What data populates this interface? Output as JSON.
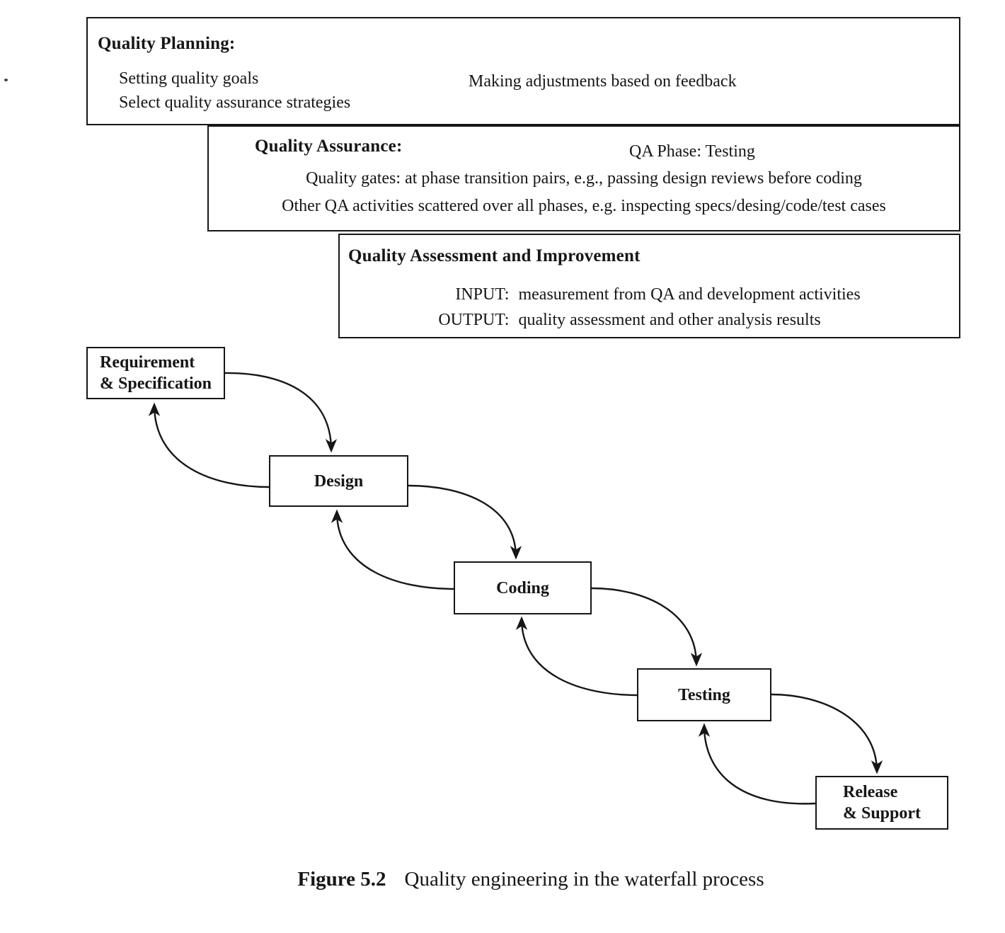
{
  "colors": {
    "ink": "#161616",
    "background": "#ffffff"
  },
  "panels": [
    {
      "title": "Quality Planning:",
      "lines": [
        "Setting quality goals",
        "Select quality assurance strategies"
      ],
      "right_note": "Making adjustments based on feedback"
    },
    {
      "title": "Quality Assurance:",
      "right_note": "QA Phase: Testing",
      "lines": [
        "Quality gates: at phase transition pairs, e.g., passing design reviews before coding",
        "Other QA activities scattered over all phases, e.g. inspecting specs/desing/code/test cases"
      ]
    },
    {
      "title": "Quality Assessment and Improvement",
      "io": [
        {
          "label": "INPUT:",
          "text": "measurement from QA and development activities"
        },
        {
          "label": "OUTPUT:",
          "text": "quality assessment and other analysis results"
        }
      ]
    }
  ],
  "phases": [
    {
      "lines": [
        "Requirement",
        "& Specification"
      ]
    },
    {
      "lines": [
        "Design"
      ]
    },
    {
      "lines": [
        "Coding"
      ]
    },
    {
      "lines": [
        "Testing"
      ]
    },
    {
      "lines": [
        "Release",
        "& Support"
      ]
    }
  ],
  "caption": {
    "label": "Figure 5.2",
    "text": "Quality engineering in the waterfall process"
  }
}
